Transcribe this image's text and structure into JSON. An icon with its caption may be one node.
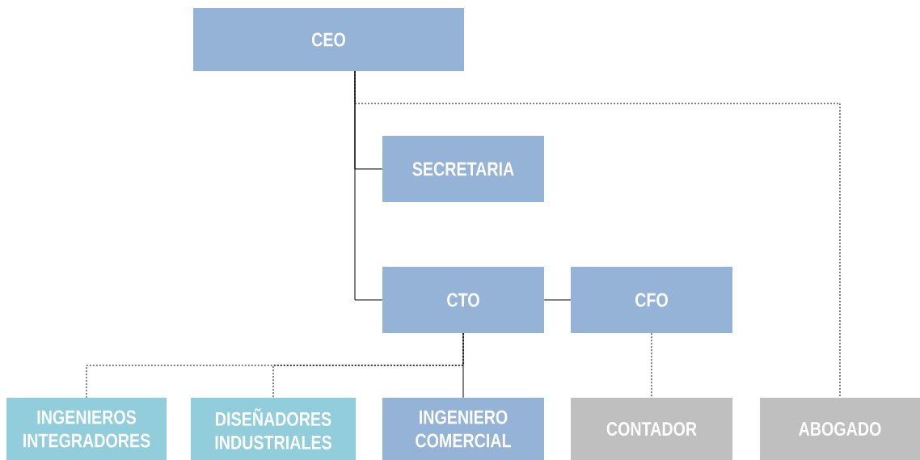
{
  "diagram": {
    "nodes": [
      {
        "text": [
          "CEO"
        ]
      },
      {
        "text": [
          "SECRETARIA"
        ]
      },
      {
        "text": [
          "CTO"
        ]
      },
      {
        "text": [
          "CFO"
        ]
      },
      {
        "text": [
          "INGENIEROS INTEGRADORES"
        ]
      },
      {
        "text": [
          "DISEÑADORES INDUSTRIALES"
        ]
      },
      {
        "text": [
          "INGENIERO COMERCIAL"
        ]
      },
      {
        "text": [
          "CONTADOR"
        ]
      },
      {
        "text": [
          "ABOGADO"
        ]
      }
    ],
    "edges": [
      {
        "from": 0,
        "to": 1,
        "arrow": "none"
      },
      {
        "from": 0,
        "to": 2,
        "arrow": "none"
      },
      {
        "from": 0,
        "to": 8,
        "arrow": "none",
        "style": "dashed"
      },
      {
        "from": 2,
        "to": 3,
        "arrow": "none"
      },
      {
        "from": 2,
        "to": 4,
        "arrow": "none",
        "style": "dashed"
      },
      {
        "from": 2,
        "to": 5,
        "arrow": "none",
        "style": "dashed"
      },
      {
        "from": 2,
        "to": 6,
        "arrow": "none"
      },
      {
        "from": 3,
        "to": 7,
        "arrow": "none",
        "style": "dashed"
      }
    ]
  }
}
